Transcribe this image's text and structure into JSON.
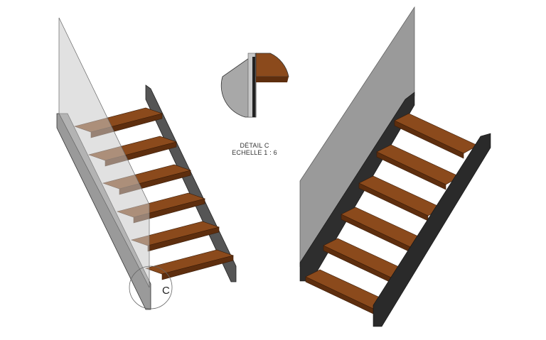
{
  "detail": {
    "title": "DÉTAIL C",
    "scale": "ECHELLE 1 : 6",
    "callout_letter": "C"
  },
  "colors": {
    "wood": "#8b4a1c",
    "wood_front": "#5e2e0e",
    "steel": "#9c9c9c",
    "steel_dark": "#2e2e2e",
    "glass": "#c8c8c8"
  }
}
